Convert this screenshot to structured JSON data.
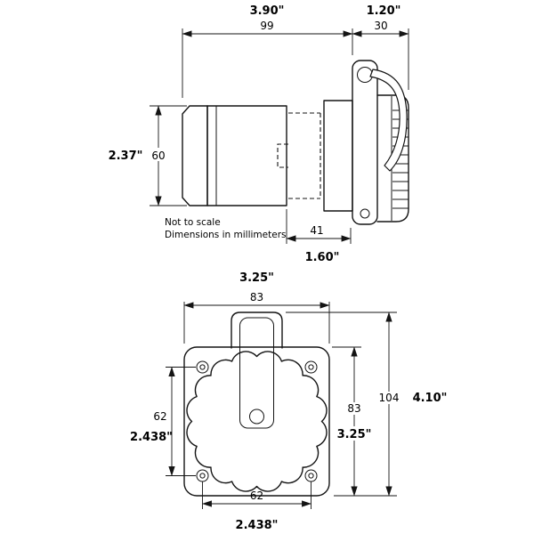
{
  "notes": {
    "line1": "Not to scale",
    "line2": "Dimensions in millimeters"
  },
  "side_view": {
    "body_width_in": "3.90\"",
    "body_width_mm": "99",
    "cap_width_in": "1.20\"",
    "cap_width_mm": "30",
    "diameter_in": "2.37\"",
    "diameter_mm": "60",
    "rear_depth_mm": "41",
    "rear_depth_in": "1.60\""
  },
  "front_view": {
    "flange_width_in": "3.25\"",
    "flange_width_mm": "83",
    "overall_height_mm": "104",
    "overall_height_in": "4.10\"",
    "flange_height_mm": "83",
    "flange_height_in": "3.25\"",
    "hole_spacing_v_mm": "62",
    "hole_spacing_v_in": "2.438\"",
    "hole_spacing_h_mm": "62",
    "hole_spacing_h_in": "2.438\""
  }
}
